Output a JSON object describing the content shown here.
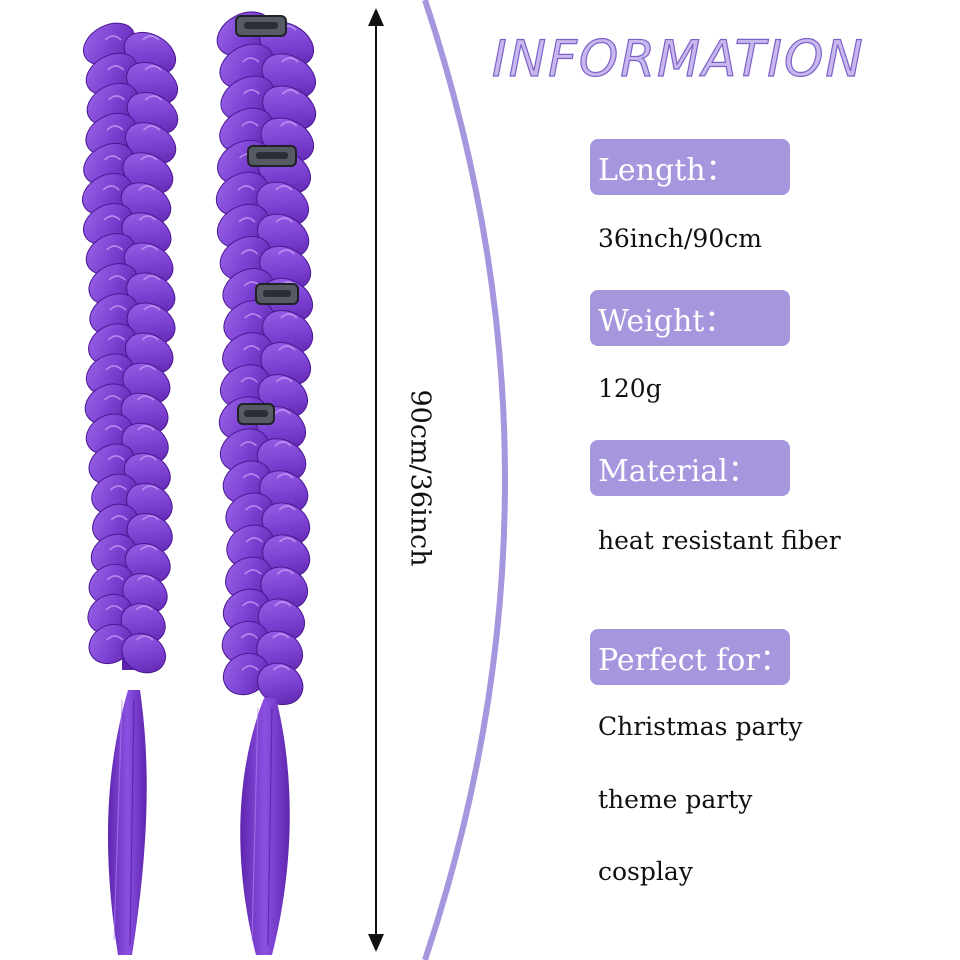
{
  "title": "INFORMATION",
  "measurement": "90cm/36inch",
  "specs": [
    {
      "label": "Length：",
      "value": "36inch/90cm"
    },
    {
      "label": "Weight：",
      "value": "120g"
    },
    {
      "label": "Material：",
      "value": "heat resistant fiber"
    }
  ],
  "perfect_for": {
    "label": "Perfect for：",
    "items": [
      "Christmas party",
      "theme party",
      "cosplay"
    ]
  },
  "colors": {
    "hair_purple": "#7a3fd0",
    "label_background": "#a596de",
    "title_fill": "#c9b8ee",
    "arc_line": "#a596de"
  }
}
